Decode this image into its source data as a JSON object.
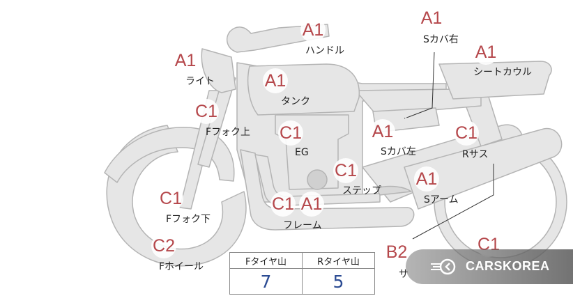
{
  "parts": [
    {
      "id": "handle",
      "grade": "A1",
      "label": "ハンドル"
    },
    {
      "id": "light",
      "grade": "A1",
      "label": "ライト"
    },
    {
      "id": "tank",
      "grade": "A1",
      "label": "タンク"
    },
    {
      "id": "f-fork-upper",
      "grade": "C1",
      "label": "Fフォク上"
    },
    {
      "id": "eg",
      "grade": "C1",
      "label": "EG"
    },
    {
      "id": "s-cover-left",
      "grade": "A1",
      "label": "Sカバ左"
    },
    {
      "id": "s-cover-right",
      "grade": "A1",
      "label": "Sカバ右"
    },
    {
      "id": "seat-cowl",
      "grade": "A1",
      "label": "シートカウル"
    },
    {
      "id": "r-sus",
      "grade": "C1",
      "label": "Rサス"
    },
    {
      "id": "step",
      "grade": "C1",
      "label": "ステップ"
    },
    {
      "id": "s-arm",
      "grade": "A1",
      "label": "Sアーム"
    },
    {
      "id": "f-fork-lower",
      "grade": "C1",
      "label": "Fフォク下"
    },
    {
      "id": "frame-c",
      "grade": "C1",
      "label": ""
    },
    {
      "id": "frame",
      "grade": "A1",
      "label": "フレーム"
    },
    {
      "id": "f-wheel",
      "grade": "C2",
      "label": "Fホイール"
    },
    {
      "id": "muffler",
      "grade": "B2",
      "label": "サ"
    },
    {
      "id": "r-wheel",
      "grade": "C1",
      "label": ""
    }
  ],
  "tread": {
    "front": {
      "label": "Fタイヤ山",
      "value": "7"
    },
    "rear": {
      "label": "Rタイヤ山",
      "value": "5"
    }
  },
  "watermark": {
    "text": "CARSKOREA",
    "icon": "carskorea-logo-icon"
  },
  "colors": {
    "badge_text": "#b5474b",
    "bike_fill": "#e6e6e6",
    "bike_stroke": "#b4b4b4",
    "tread_value": "#2b4b93"
  }
}
